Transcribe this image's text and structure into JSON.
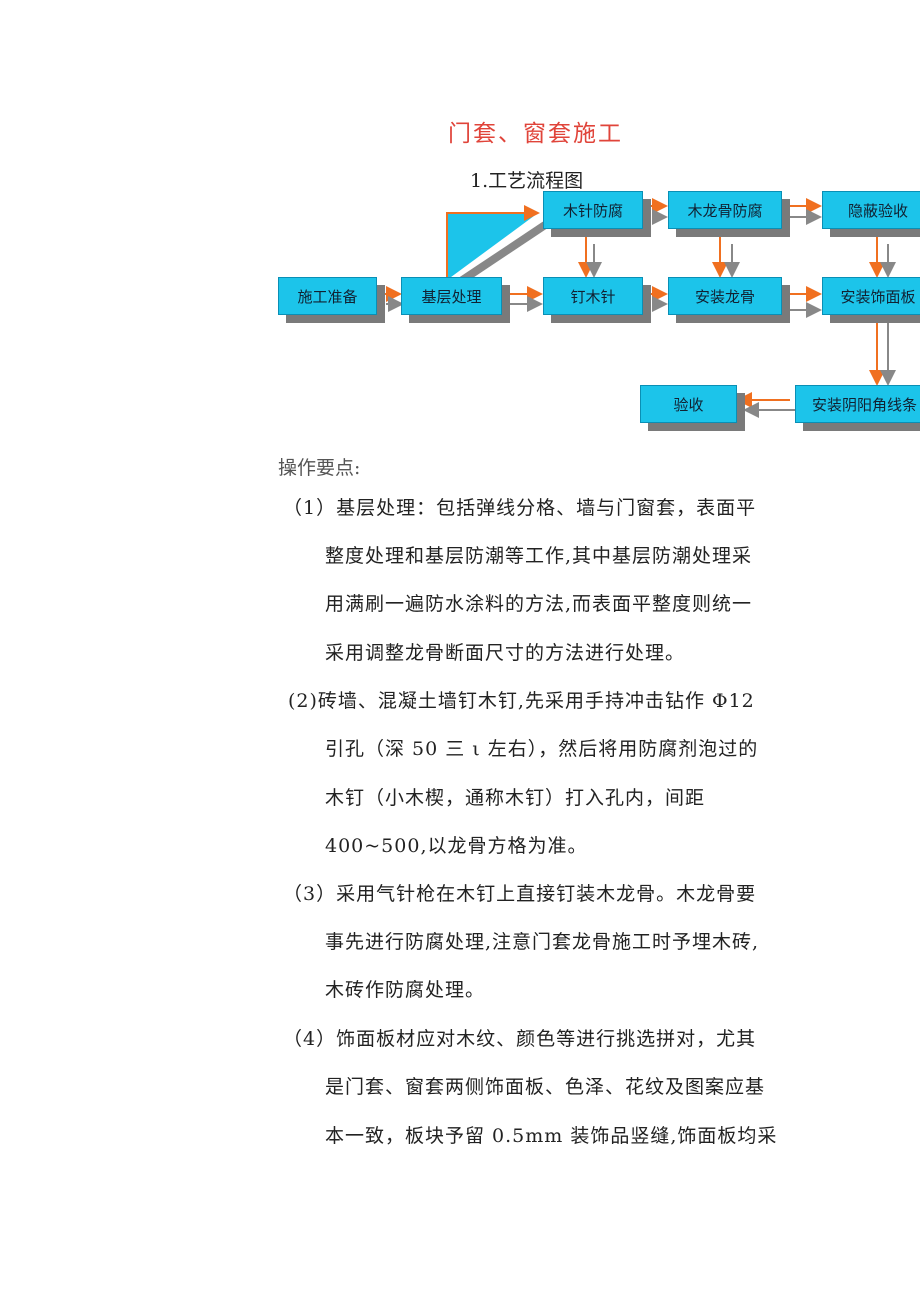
{
  "title": "门套、窗套施工",
  "subtitle": "1.工艺流程图",
  "flowchart": {
    "nodes": [
      "施工准备",
      "基层处理",
      "木针防腐",
      "钉木针",
      "木龙骨防腐",
      "安装龙骨",
      "隐蔽验收",
      "安装饰面板",
      "安装阴阳角线条",
      "验收"
    ],
    "colors": {
      "box": "#1cc4ea",
      "shadow": "#7a7a7a",
      "arrow_primary": "#f07020",
      "arrow_secondary": "#888888"
    }
  },
  "section_heading": "操作要点:",
  "paragraphs": [
    [
      "（1）基层处理：包括弹线分格、墙与门窗套，表面平",
      "整度处理和基层防潮等工作,其中基层防潮处理采",
      "用满刷一遍防水涂料的方法,而表面平整度则统一",
      "采用调整龙骨断面尺寸的方法进行处理。"
    ],
    [
      "(2)砖墙、混凝土墙钉木钉,先采用手持冲击钻作 Φ12",
      "引孔（深 50 三 ι 左右），然后将用防腐剂泡过的",
      "木钉（小木楔，通称木钉）打入孔内，间距",
      "400~500,以龙骨方格为准。"
    ],
    [
      "（3）采用气针枪在木钉上直接钉装木龙骨。木龙骨要",
      "事先进行防腐处理,注意门套龙骨施工时予埋木砖,",
      "木砖作防腐处理。"
    ],
    [
      "（4）饰面板材应对木纹、颜色等进行挑选拼对，尤其",
      "是门套、窗套两侧饰面板、色泽、花纹及图案应基",
      "本一致，板块予留 0.5mm 装饰品竖缝,饰面板均采"
    ]
  ]
}
